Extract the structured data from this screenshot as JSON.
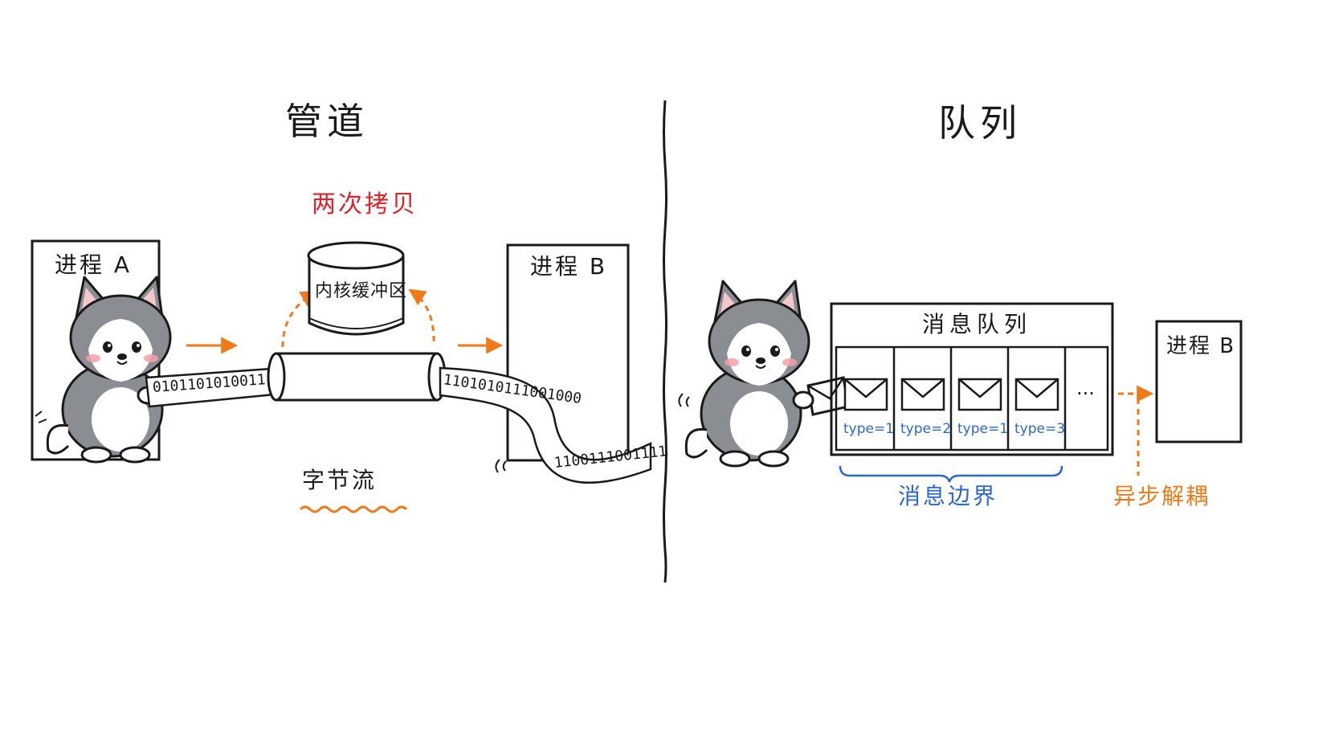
{
  "pipe": {
    "title": "管道",
    "process_a": "进程 A",
    "process_b": "进程 B",
    "kernel_buffer": "内核缓冲区",
    "two_copies": "两次拷贝",
    "byte_stream": "字节流",
    "bits_left": "0101101010011",
    "bits_right": "1101010111001000",
    "bits_tail": "1100111001111"
  },
  "queue": {
    "title": "队列",
    "message_queue": "消息队列",
    "process_b": "进程 B",
    "messages": [
      {
        "type": "type=1"
      },
      {
        "type": "type=2"
      },
      {
        "type": "type=1"
      },
      {
        "type": "type=3"
      }
    ],
    "ellipsis": "···",
    "message_boundary": "消息边界",
    "async_decouple": "异步解耦"
  },
  "colors": {
    "ink": "#1a1a1a",
    "red": "#e0222b",
    "orange": "#f07a1a",
    "blue": "#2a66d6",
    "husky_gray": "#8a8d92",
    "cheek": "#f4a0a8"
  }
}
